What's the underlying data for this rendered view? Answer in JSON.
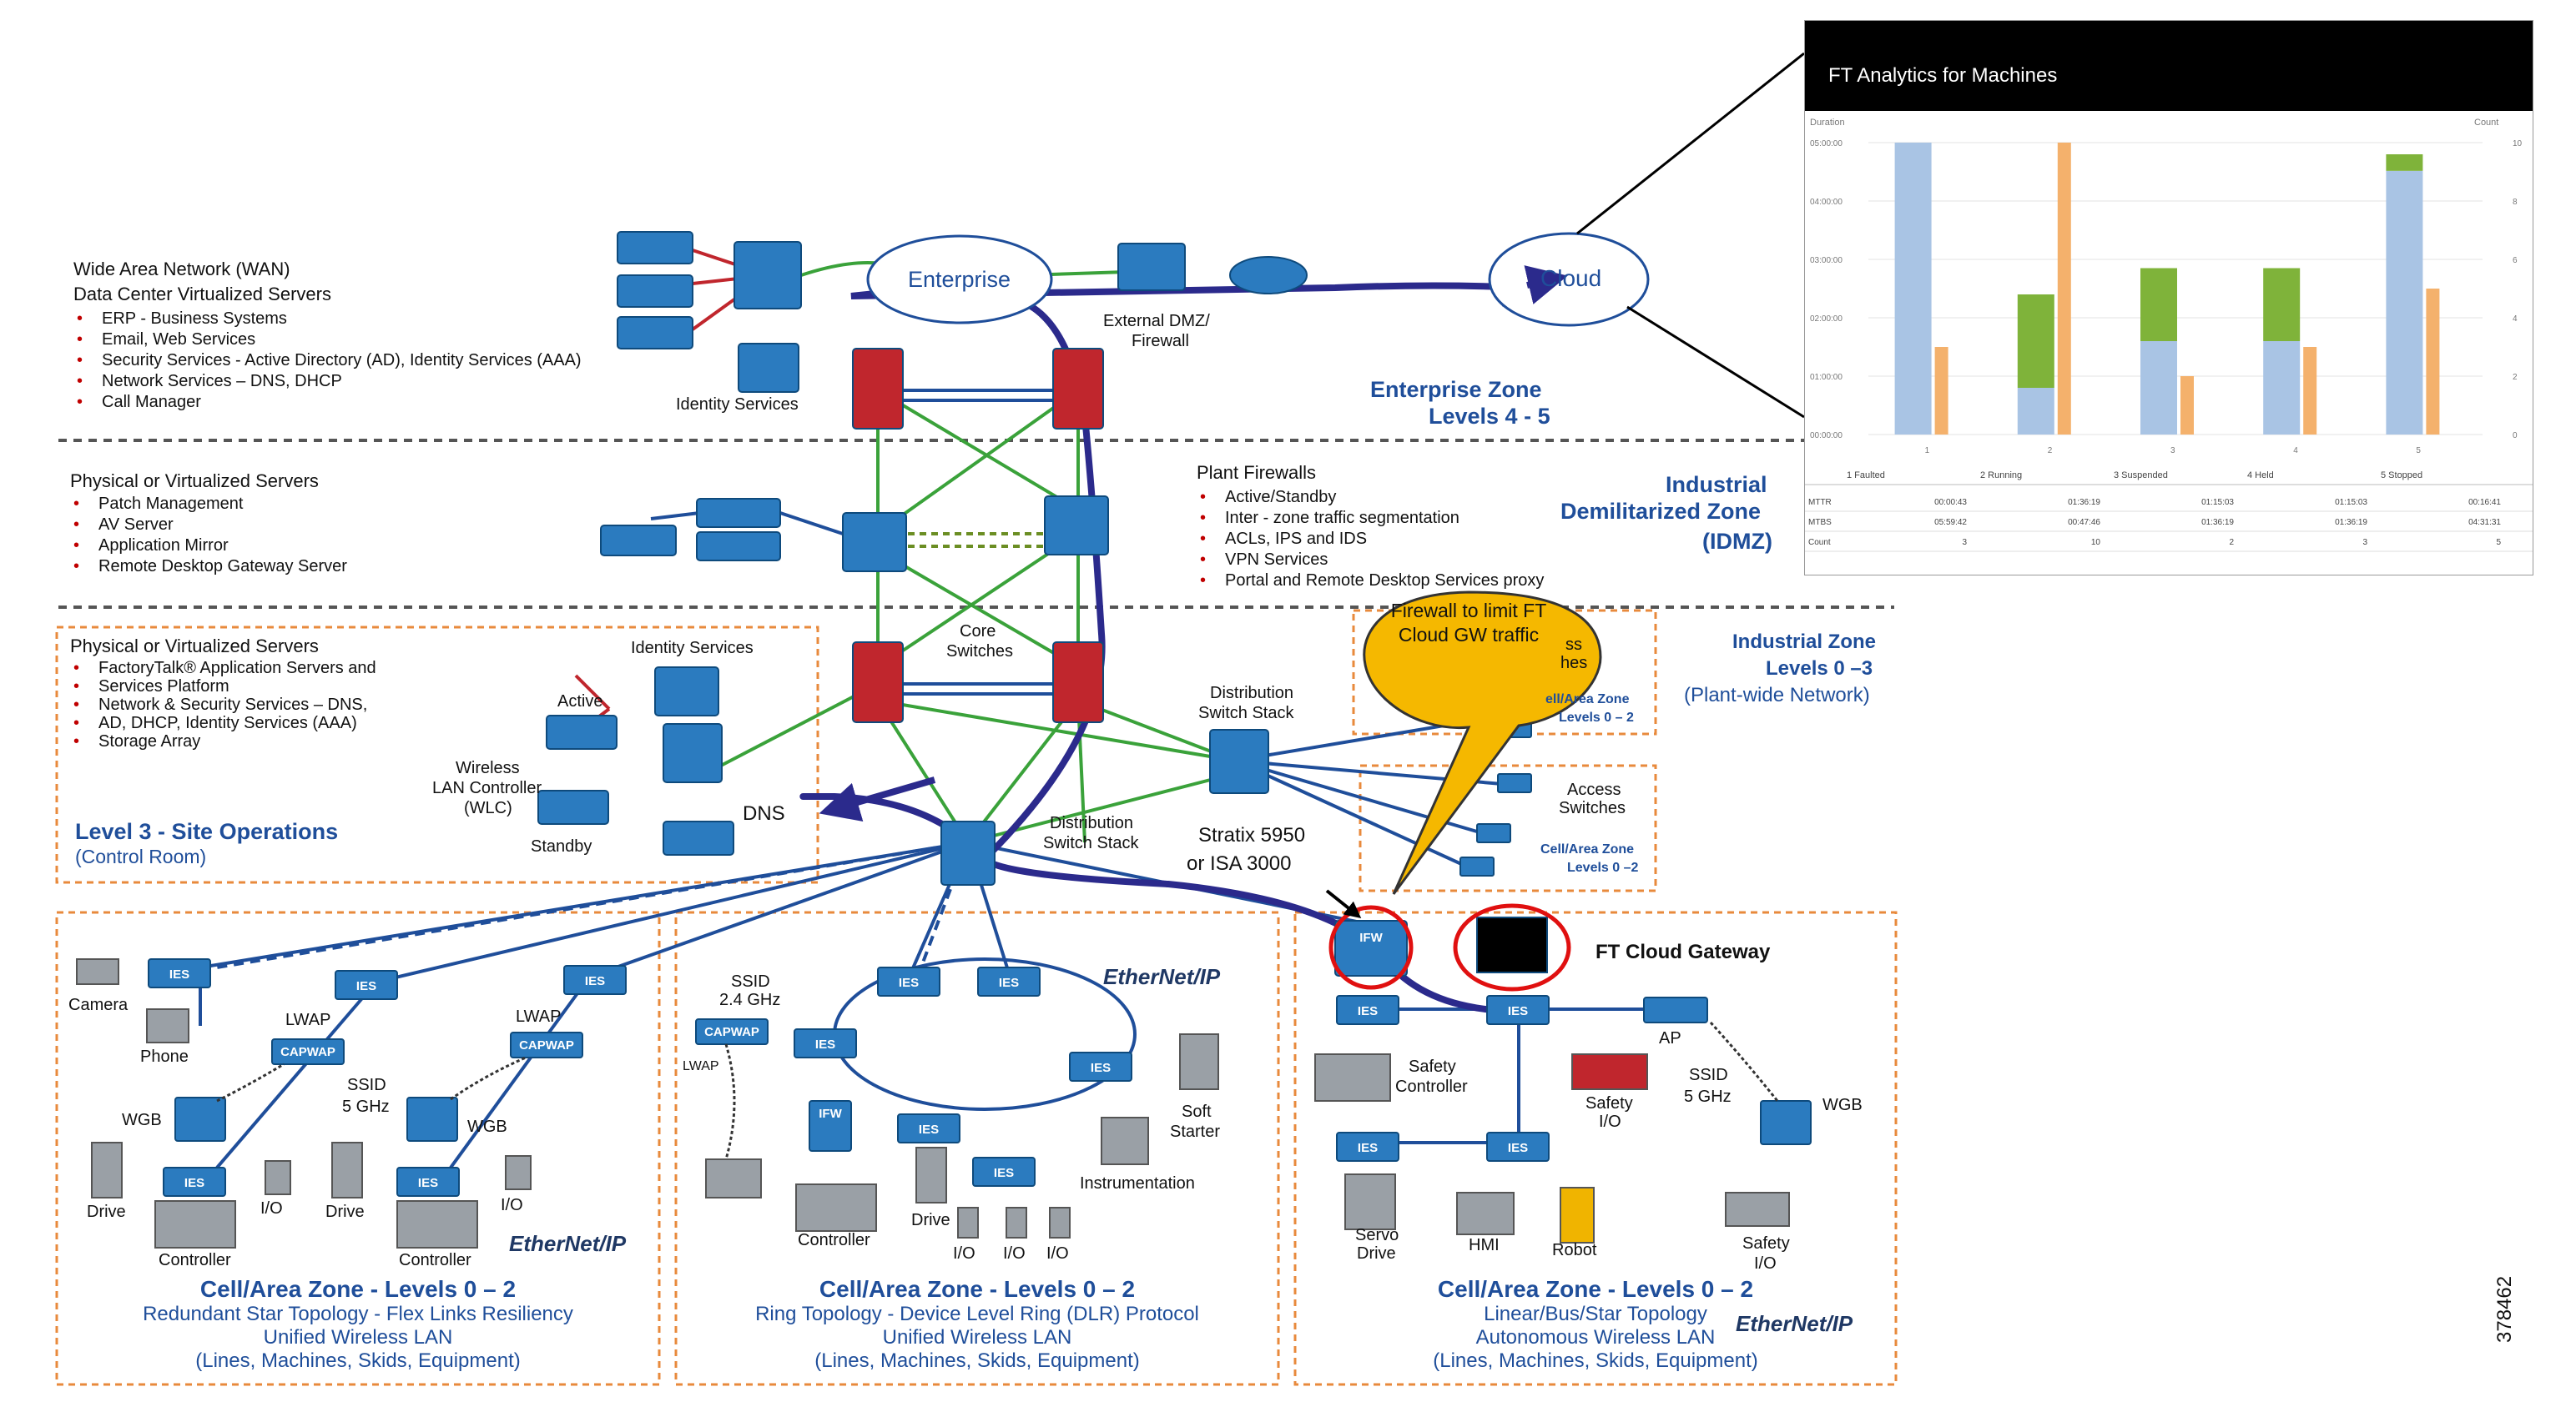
{
  "wan_block": {
    "title1": "Wide Area Network (WAN)",
    "title2": "Data Center Virtualized Servers",
    "bullets": [
      "ERP - Business Systems",
      "Email, Web Services",
      "Security Services - Active Directory (AD), Identity Services (AAA)",
      "Network Services – DNS, DHCP",
      "Call Manager"
    ]
  },
  "enterprise_zone": {
    "title": "Enterprise Zone",
    "levels": "Levels 4 - 5"
  },
  "enterprise_cloud": "Enterprise",
  "cloud_label": "Cloud",
  "external_dmz": "External DMZ/",
  "external_dmz2": "Firewall",
  "identity_services_top": "Identity Services",
  "idmz_servers": {
    "title": "Physical or Virtualized Servers",
    "bullets": [
      "Patch Management",
      "AV Server",
      "Application Mirror",
      "Remote Desktop Gateway Server"
    ]
  },
  "plant_firewalls": {
    "title": "Plant Firewalls",
    "bullets": [
      "Active/Standby",
      "Inter - zone traffic segmentation",
      "ACLs, IPS and IDS",
      "VPN Services",
      "Portal and Remote Desktop Services proxy"
    ]
  },
  "idmz_zone": {
    "line1": "Industrial",
    "line2": "Demilitarized Zone",
    "line3": "(IDMZ)"
  },
  "industrial_zone": {
    "title": "Industrial Zone",
    "levels": "Levels 0 –3",
    "sub": "(Plant-wide Network)"
  },
  "site_servers": {
    "title": "Physical or Virtualized Servers",
    "bullets": [
      "FactoryTalk® Application Servers and",
      "Services Platform",
      "Network & Security Services – DNS,",
      "AD, DHCP, Identity Services (AAA)",
      "Storage Array"
    ]
  },
  "level3": {
    "title": "Level 3 - Site Operations",
    "sub": "(Control Room)"
  },
  "identity_services_l3": "Identity Services",
  "active_label": "Active",
  "standby_label": "Standby",
  "wlc": {
    "l1": "Wireless",
    "l2": "LAN Controller",
    "l3": "(WLC)"
  },
  "dns_label": "DNS",
  "core_switches": {
    "l1": "Core",
    "l2": "Switches"
  },
  "dist_switch_stack_top": {
    "l1": "Distribution",
    "l2": "Switch Stack"
  },
  "dist_switch_stack_mid": {
    "l1": "Distribution",
    "l2": "Switch Stack"
  },
  "stratix": {
    "l1": "Stratix 5950",
    "l2": "or ISA 3000"
  },
  "access_switches": {
    "l1": "Access",
    "l2": "Switches",
    "zone": "Cell/Area Zone",
    "levels": "Levels 0 –2"
  },
  "access_switches_top": {
    "l1": "ss",
    "l2": "hes",
    "zone": "ell/Area Zone",
    "levels": "Levels 0 – 2"
  },
  "callout": "Firewall to limit FT Cloud GW traffic",
  "ft_cloud_gateway": "FT Cloud Gateway",
  "ies_label": "IES",
  "ifw_label": "IFW",
  "capwap_label": "CAPWAP",
  "ethernetip": "EtherNet/IP",
  "cell1": {
    "labels": {
      "camera": "Camera",
      "phone": "Phone",
      "lwap1": "LWAP",
      "lwap2": "LWAP",
      "ssid": "SSID",
      "ghz": "5 GHz",
      "wgb1": "WGB",
      "wgb2": "WGB",
      "drive1": "Drive",
      "drive2": "Drive",
      "io1": "I/O",
      "io2": "I/O",
      "controller1": "Controller",
      "controller2": "Controller"
    },
    "title": "Cell/Area Zone - Levels 0 – 2",
    "l2": "Redundant Star Topology - Flex Links Resiliency",
    "l3": "Unified Wireless LAN",
    "l4": "(Lines, Machines, Skids, Equipment)"
  },
  "cell2": {
    "labels": {
      "ssid": "SSID",
      "ghz": "2.4 GHz",
      "lwap": "LWAP",
      "controller": "Controller",
      "drive": "Drive",
      "io1": "I/O",
      "io2": "I/O",
      "io3": "I/O",
      "soft1": "Soft",
      "soft2": "Starter",
      "instrumentation": "Instrumentation"
    },
    "title": "Cell/Area Zone - Levels 0 – 2",
    "l2": "Ring Topology - Device Level Ring (DLR) Protocol",
    "l3": "Unified Wireless LAN",
    "l4": "(Lines, Machines, Skids, Equipment)"
  },
  "cell3": {
    "labels": {
      "safety_controller1": "Safety",
      "safety_controller2": "Controller",
      "safety_io1": "Safety",
      "safety_io2": "I/O",
      "ap": "AP",
      "ssid": "SSID",
      "ghz": "5 GHz",
      "wgb": "WGB",
      "servo1": "Servo",
      "servo2": "Drive",
      "hmi": "HMI",
      "robot": "Robot",
      "safety_io3": "Safety",
      "safety_io4": "I/O"
    },
    "title": "Cell/Area Zone - Levels 0 – 2",
    "l2": "Linear/Bus/Star Topology",
    "l3": "Autonomous Wireless LAN",
    "l4": "(Lines, Machines, Skids, Equipment)"
  },
  "figure_id": "378462",
  "analytics_panel": {
    "title": "FT Analytics for Machines",
    "left_axis_title": "Duration",
    "right_axis_title": "Count",
    "left_ticks": [
      "05:00:00",
      "04:00:00",
      "03:00:00",
      "02:00:00",
      "01:00:00",
      "00:00:00"
    ],
    "right_ticks": [
      "10",
      "8",
      "6",
      "4",
      "2",
      "0"
    ],
    "table_headers": [
      "1 Faulted",
      "2 Running",
      "3 Suspended",
      "4 Held",
      "5 Stopped"
    ],
    "table_rows": [
      {
        "label": "MTTR",
        "values": [
          "00:00:43",
          "01:36:19",
          "01:15:03",
          "01:15:03",
          "00:16:41"
        ]
      },
      {
        "label": "MTBS",
        "values": [
          "05:59:42",
          "00:47:46",
          "01:36:19",
          "01:36:19",
          "04:31:31"
        ]
      },
      {
        "label": "Count",
        "values": [
          "3",
          "10",
          "2",
          "3",
          "5"
        ]
      }
    ]
  },
  "chart_data": {
    "type": "bar",
    "categories": [
      "1",
      "2",
      "3",
      "4",
      "5"
    ],
    "xlabel": "",
    "ylabel": "Duration",
    "ylim": [
      "00:00:00",
      "05:00:00"
    ],
    "y2label": "Count",
    "y2lim": [
      0,
      10
    ],
    "series": [
      {
        "stack": "duration",
        "values": [
          "05:00:00",
          "00:48:00",
          "01:36:00",
          "01:36:00",
          "04:31:00"
        ],
        "color": "#a9c4e4"
      },
      {
        "stack": "duration",
        "values": [
          "00:00:00",
          "01:36:00",
          "01:15:00",
          "01:15:00",
          "00:17:00"
        ],
        "color": "#7fb33a"
      },
      {
        "stack": "count",
        "values": [
          3,
          10,
          2,
          3,
          5
        ],
        "color": "#f4b16c"
      }
    ],
    "grid": true
  },
  "colors": {
    "zone_blue": "#1f4e9a",
    "dashed_orange": "#e88a3c",
    "path_navy": "#2b2a8c",
    "link_green": "#3aa23a",
    "link_red": "#c0262d",
    "callout_fill": "#f5b800"
  }
}
